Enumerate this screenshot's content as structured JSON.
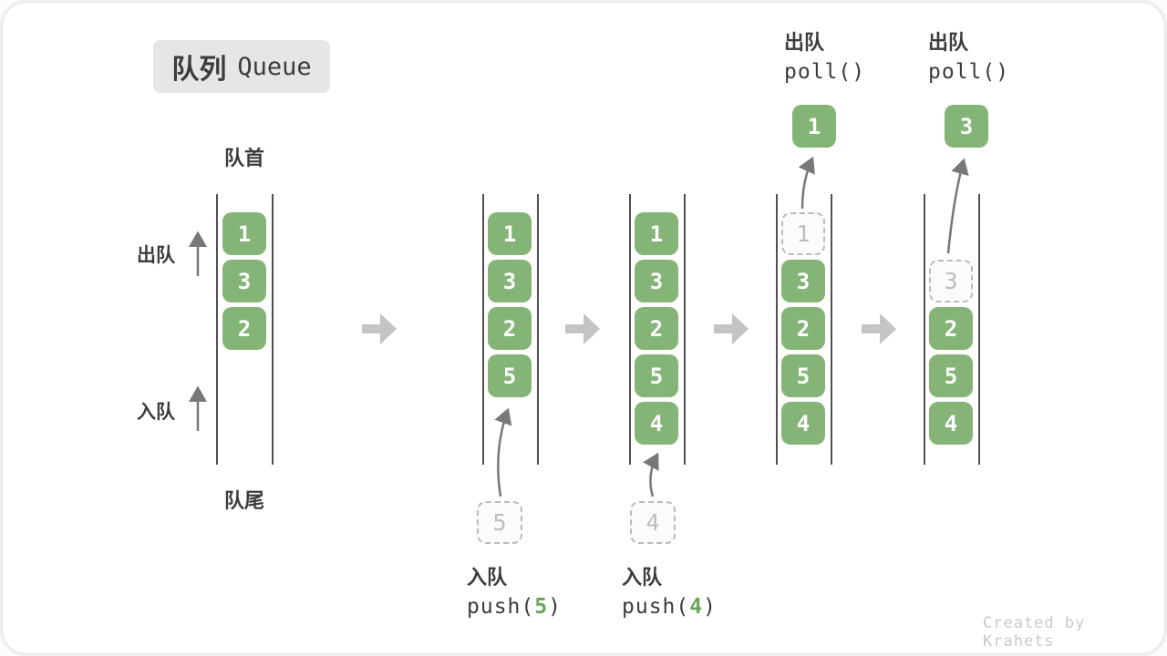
{
  "badge": {
    "zh": "队列",
    "en": "Queue"
  },
  "labels": {
    "front": "队首",
    "rear": "队尾",
    "dequeue": "出队",
    "enqueue": "入队"
  },
  "colors": {
    "cell_green": "#85b576",
    "cell_text": "#ffffff",
    "dashed_gray": "#bbbbbb",
    "arg_green": "#69a458",
    "step_arrow_gray": "#c4c4c4",
    "thin_arrow_gray": "#787878"
  },
  "states": [
    {
      "cells": [
        {
          "v": "1",
          "slot": 0,
          "style": "solid"
        },
        {
          "v": "3",
          "slot": 1,
          "style": "solid"
        },
        {
          "v": "2",
          "slot": 2,
          "style": "solid"
        }
      ]
    },
    {
      "cells": [
        {
          "v": "1",
          "slot": 0,
          "style": "solid"
        },
        {
          "v": "3",
          "slot": 1,
          "style": "solid"
        },
        {
          "v": "2",
          "slot": 2,
          "style": "solid"
        },
        {
          "v": "5",
          "slot": 3,
          "style": "solid"
        }
      ],
      "incoming": {
        "v": "5"
      },
      "op": {
        "zh": "入队",
        "fn": "push(",
        "arg": "5",
        "close": ")"
      }
    },
    {
      "cells": [
        {
          "v": "1",
          "slot": 0,
          "style": "solid"
        },
        {
          "v": "3",
          "slot": 1,
          "style": "solid"
        },
        {
          "v": "2",
          "slot": 2,
          "style": "solid"
        },
        {
          "v": "5",
          "slot": 3,
          "style": "solid"
        },
        {
          "v": "4",
          "slot": 4,
          "style": "solid"
        }
      ],
      "incoming": {
        "v": "4"
      },
      "op": {
        "zh": "入队",
        "fn": "push(",
        "arg": "4",
        "close": ")"
      }
    },
    {
      "cells": [
        {
          "v": "1",
          "slot": 0,
          "style": "dashed"
        },
        {
          "v": "3",
          "slot": 1,
          "style": "solid"
        },
        {
          "v": "2",
          "slot": 2,
          "style": "solid"
        },
        {
          "v": "5",
          "slot": 3,
          "style": "solid"
        },
        {
          "v": "4",
          "slot": 4,
          "style": "solid"
        }
      ],
      "popped": {
        "v": "1"
      },
      "op_top": {
        "zh": "出队",
        "code": "poll()"
      }
    },
    {
      "cells": [
        {
          "v": "3",
          "slot": 1,
          "style": "dashed"
        },
        {
          "v": "2",
          "slot": 2,
          "style": "solid"
        },
        {
          "v": "5",
          "slot": 3,
          "style": "solid"
        },
        {
          "v": "4",
          "slot": 4,
          "style": "solid"
        }
      ],
      "popped": {
        "v": "3"
      },
      "op_top": {
        "zh": "出队",
        "code": "poll()"
      }
    }
  ],
  "watermark": "Created by Krahets"
}
